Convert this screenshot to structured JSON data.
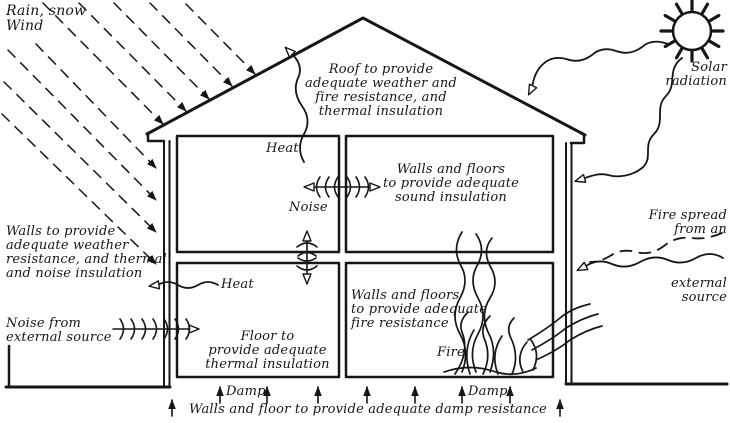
{
  "colors": {
    "ink": "#161616",
    "background": "#ffffff"
  },
  "icons": {
    "sun": "radiating-sun-disc",
    "rain_snow_wind": "diagonal-dashed-arrows",
    "heat": "wavy-line-open-arrow",
    "noise": "line-with-sound-arcs",
    "fire": "flame-strokes",
    "smoke": "rising-wavy-lines",
    "damp": "upward-arrows"
  },
  "labels": {
    "rain_snow_wind": "Rain, snow\nWind",
    "roof": "Roof to provide\nadequate weather and\nfire resistance, and\nthermal insulation",
    "solar_radiation": "Solar\nradiation",
    "heat_upper": "Heat",
    "noise_internal": "Noise",
    "sound_insulation": "Walls and floors\nto provide adequate\nsound insulation",
    "walls_external": "Walls to provide\nadequate weather\nresistance, and thermal\nand noise insulation",
    "noise_external": "Noise from\nexternal source",
    "heat_lower": "Heat",
    "floor_thermal": "Floor to\nprovide adequate\nthermal insulation",
    "fire_resistance": "Walls and floors\nto provide adequate\nfire resistance",
    "fire": "Fire",
    "fire_spread": "Fire spread\nfrom an",
    "external_source": "external\nsource",
    "damp_left": "Damp",
    "damp_right": "Damp",
    "damp_resistance": "Walls and floor to provide adequate damp resistance"
  }
}
